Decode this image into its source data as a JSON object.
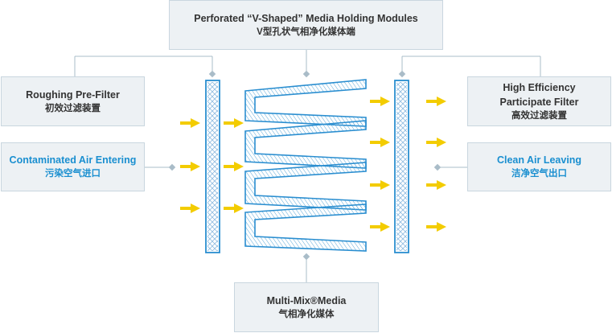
{
  "top_box": {
    "line1": "Perforated “V-Shaped” Media Holding Modules",
    "line2": "V型孔状气相净化媒体端"
  },
  "roughing_box": {
    "line1": "Roughing Pre-Filter",
    "line2": "初效过滤装置"
  },
  "contaminated_box": {
    "line1": "Contaminated Air Entering",
    "line2": "污染空气进口"
  },
  "high_eff_box": {
    "line1": "High Efficiency",
    "line2": "Participate Filter",
    "line3": "高效过滤装置"
  },
  "clean_box": {
    "line1": "Clean Air Leaving",
    "line2": "洁净空气出口"
  },
  "bottom_box": {
    "line1": "Multi-Mix®Media",
    "line2": "气相净化媒体"
  },
  "colors": {
    "box_bg": "#edf1f4",
    "box_border": "#c9d6df",
    "filter_blue": "#2a8ed0",
    "arrow_yellow": "#f3cc00",
    "accent_text": "#1a8fd0",
    "connector": "#a9bcc8"
  }
}
